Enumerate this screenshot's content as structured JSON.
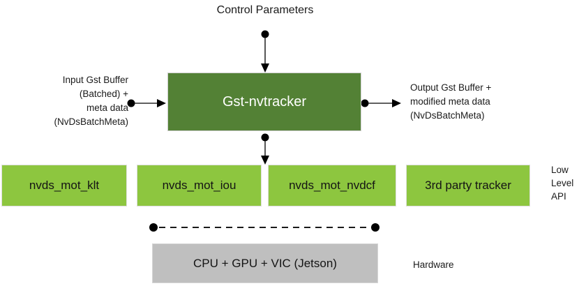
{
  "colors": {
    "dark_green": "#538135",
    "light_green": "#8dc63f",
    "gray_box": "#bfbfbf",
    "connector": "#000000"
  },
  "labels": {
    "control_parameters": "Control Parameters",
    "input_buffer": "Input Gst Buffer\n(Batched) +\nmeta data\n(NvDsBatchMeta)",
    "output_buffer": "Output Gst Buffer +\nmodified meta data\n(NvDsBatchMeta)",
    "low_level_api": "Low\nLevel\nAPI",
    "hardware": "Hardware"
  },
  "main_box": {
    "label": "Gst-nvtracker"
  },
  "low_level_trackers": [
    {
      "label": "nvds_mot_klt"
    },
    {
      "label": "nvds_mot_iou"
    },
    {
      "label": "nvds_mot_nvdcf"
    },
    {
      "label": "3rd party tracker"
    }
  ],
  "hardware_box": {
    "label": "CPU + GPU + VIC (Jetson)"
  }
}
